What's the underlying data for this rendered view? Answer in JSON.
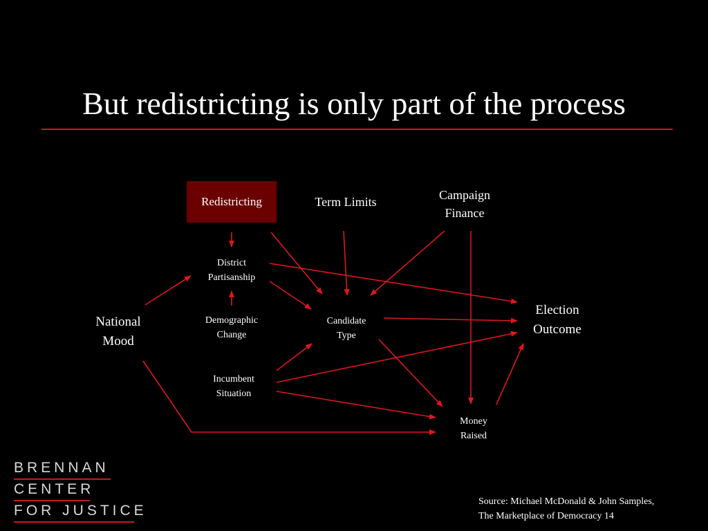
{
  "slide": {
    "title": "But redistricting is only part of the process",
    "accent_color": "#c8191f",
    "highlight_color": "#6b0000"
  },
  "diagram": {
    "nodes": {
      "redistricting": "Redistricting",
      "term_limits": "Term Limits",
      "campaign_finance": [
        "Campaign",
        "Finance"
      ],
      "district_partisanship": [
        "District",
        "Partisanship"
      ],
      "demographic_change": [
        "Demographic",
        "Change"
      ],
      "incumbent_situation": [
        "Incumbent",
        "Situation"
      ],
      "national_mood": [
        "National",
        "Mood"
      ],
      "candidate_type": [
        "Candidate",
        "Type"
      ],
      "election_outcome": [
        "Election",
        "Outcome"
      ],
      "money_raised": [
        "Money",
        "Raised"
      ]
    },
    "edges": [
      [
        "Redistricting",
        "District Partisanship"
      ],
      [
        "Demographic Change",
        "District Partisanship"
      ],
      [
        "National Mood",
        "District Partisanship"
      ],
      [
        "Redistricting",
        "Candidate Type"
      ],
      [
        "Term Limits",
        "Candidate Type"
      ],
      [
        "Campaign Finance",
        "Candidate Type"
      ],
      [
        "Campaign Finance",
        "Money Raised"
      ],
      [
        "District Partisanship",
        "Candidate Type"
      ],
      [
        "District Partisanship",
        "Election Outcome"
      ],
      [
        "Incumbent Situation",
        "Candidate Type"
      ],
      [
        "Incumbent Situation",
        "Election Outcome"
      ],
      [
        "Incumbent Situation",
        "Money Raised"
      ],
      [
        "Candidate Type",
        "Election Outcome"
      ],
      [
        "Candidate Type",
        "Money Raised"
      ],
      [
        "National Mood",
        "Money Raised"
      ],
      [
        "Money Raised",
        "Election Outcome"
      ]
    ]
  },
  "logo": {
    "lines": [
      "BRENNAN",
      "CENTER",
      "FOR JUSTICE"
    ]
  },
  "source": {
    "line1": "Source: Michael McDonald & John Samples,",
    "line2": "The Marketplace of  Democracy 14"
  }
}
